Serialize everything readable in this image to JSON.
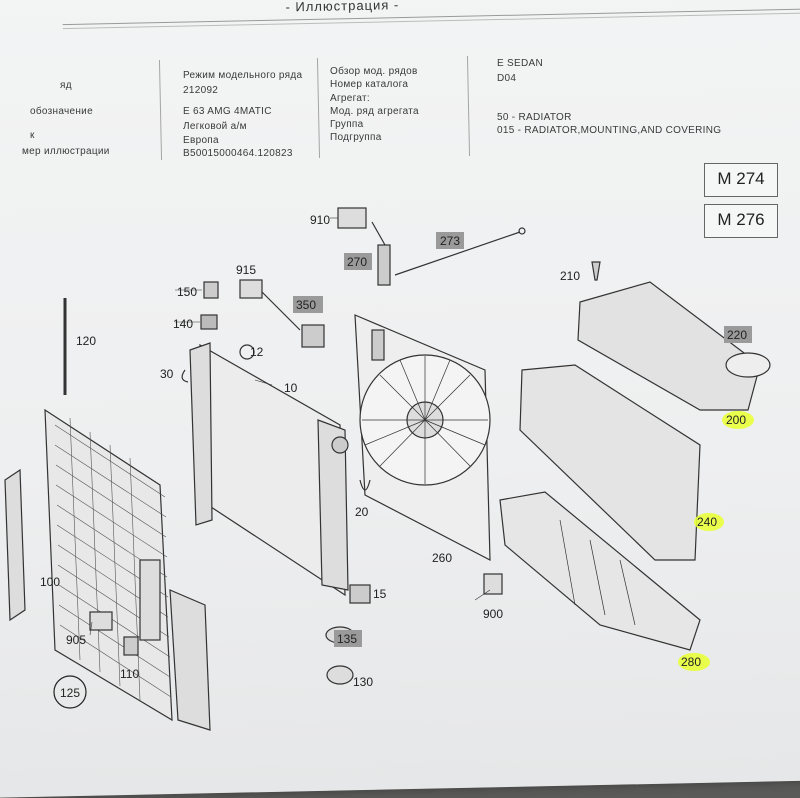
{
  "header": {
    "title": "- Иллюстрация -",
    "left_labels": [
      "яд",
      "обозначение",
      "к",
      "мер иллюстрации"
    ],
    "col2_values": [
      "Режим модельного ряда",
      "212092",
      "E 63 AMG 4MATIC",
      "Легковой а/м",
      "Европа",
      "B50015000464.120823"
    ],
    "col3_labels": [
      "Обзор мод. рядов",
      "Номер каталога",
      "Агрегат:",
      "Мод. ряд агрегата",
      "Группа",
      "Подгруппа"
    ],
    "col4_values": [
      "E SEDAN",
      "D04",
      "",
      "50 - RADIATOR",
      "015 - RADIATOR,MOUNTING,AND COVERING"
    ]
  },
  "models": [
    "M 274",
    "M 276"
  ],
  "parts": [
    "910",
    "273",
    "270",
    "915",
    "350",
    "210",
    "150",
    "140",
    "120",
    "12",
    "30",
    "10",
    "220",
    "200",
    "240",
    "20",
    "260",
    "100",
    "15",
    "900",
    "905",
    "135",
    "110",
    "130",
    "125",
    "280"
  ],
  "colors": {
    "highlight": "#e9ff3a",
    "label_box": "#9a9a9a"
  }
}
